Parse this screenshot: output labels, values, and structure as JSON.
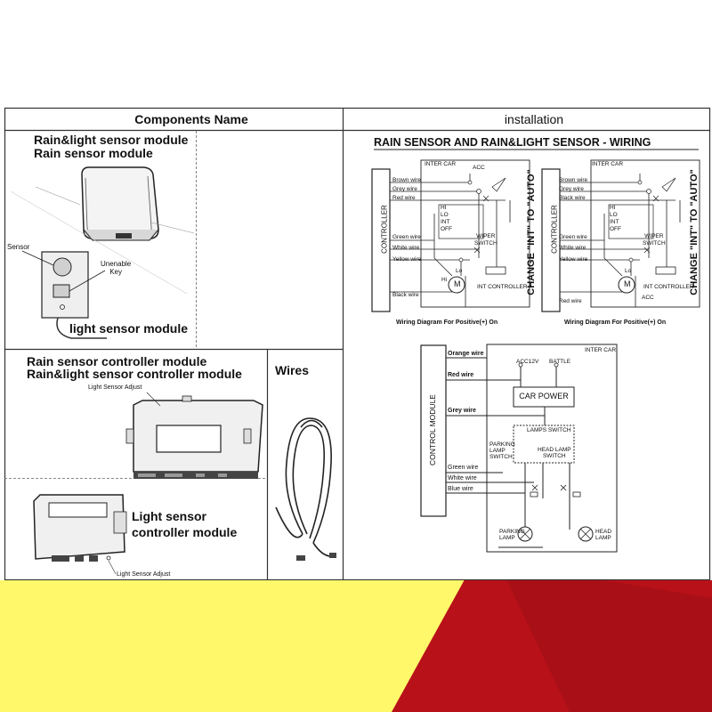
{
  "headers": {
    "left": "Components Name",
    "right": "installation"
  },
  "components": {
    "module1_line1": "Rain&light sensor module",
    "module1_line2": "Rain sensor module",
    "light_module": "light sensor module",
    "sensor_label": "Sensor",
    "unenable_key_line1": "Unenable",
    "unenable_key_line2": "Key",
    "controller_line1": "Rain sensor controller module",
    "controller_line2": "Rain&light sensor controller module",
    "light_sensor_adjust": "Light Sensor Adjust",
    "wires": "Wires",
    "light_controller_line1": "Light sensor",
    "light_controller_line2": "controller module",
    "light_sensor_adjust_2": "Light Sensor Adjust"
  },
  "wiring": {
    "title": "RAIN SENSOR AND RAIN&LIGHT SENSOR - WIRING",
    "controller": "CONTROLLER",
    "inter_car": "INTER CAR",
    "acc": "ACC",
    "brown_wire": "Brown wire",
    "grey_wire": "Grey wire",
    "red_wire": "Red wire",
    "green_wire": "Green wire",
    "white_wire": "White wire",
    "yellow_wire": "Yellow wire",
    "black_wire": "Black wire",
    "hi": "HI",
    "lo": "LO",
    "int": "INT",
    "off": "OFF",
    "wiper_switch_line1": "WIPER",
    "wiper_switch_line2": "SWITCH",
    "lo_motor": "Lo",
    "hi_motor": "Hi",
    "motor": "M",
    "int_controller": "INT CONTROLLER",
    "change_text": "CHANGE \"INT\" TO \"AUTO\"",
    "caption": "Wiring Diagram For Positive(+) On"
  },
  "lamp": {
    "control_module": "CONTROL MODULE",
    "inter_car": "INTER CAR",
    "orange_wire": "Orange wire",
    "red_wire": "Red wire",
    "grey_wire": "Grey wire",
    "green_wire": "Green wire",
    "white_wire": "White wire",
    "blue_wire": "Blue wire",
    "acc12v": "ACC12V",
    "battle": "BATTLE",
    "car_power": "CAR POWER",
    "lamps_switch": "LAMPS SWITCH",
    "parking_lamp_switch_line1": "PARKING",
    "parking_lamp_switch_line2": "LAMP",
    "parking_lamp_switch_line3": "SWITCH",
    "head_lamp_switch_line1": "HEAD LAMP",
    "head_lamp_switch_line2": "SWITCH",
    "parking_lamp_line1": "PARKING",
    "parking_lamp_line2": "LAMP",
    "head_lamp_line1": "HEAD",
    "head_lamp_line2": "LAMP"
  },
  "colors": {
    "band_yellow": "#fff86a",
    "band_red": "#b8111a",
    "band_dark": "#7a0d0d"
  }
}
